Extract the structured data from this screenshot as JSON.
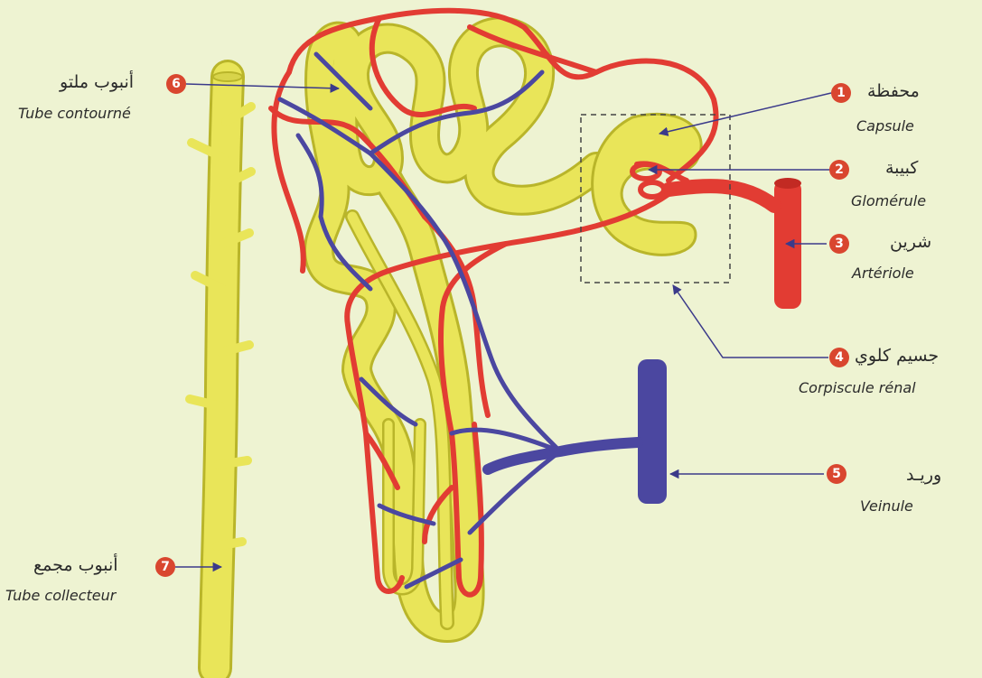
{
  "colors": {
    "background": "#eef3d2",
    "tubule": "#e9e559",
    "tubule_outline": "#b9b52a",
    "artery": "#e23c33",
    "vein": "#4b47a0",
    "badge": "#d9462f",
    "pointer": "#3b3a8a"
  },
  "labels": [
    {
      "number": "1",
      "arabic": "محفظة",
      "french": "Capsule"
    },
    {
      "number": "2",
      "arabic": "كبيبة",
      "french": "Glomérule"
    },
    {
      "number": "3",
      "arabic": "شرين",
      "french": "Artériole"
    },
    {
      "number": "4",
      "arabic": "جسيم كلوي",
      "french": "Corpiscule rénal"
    },
    {
      "number": "5",
      "arabic": "وريـد",
      "french": "Veinule"
    },
    {
      "number": "6",
      "arabic": "أنبوب ملتو",
      "french": "Tube contourné"
    },
    {
      "number": "7",
      "arabic": "أنبوب مجمع",
      "french": "Tube collecteur"
    }
  ]
}
